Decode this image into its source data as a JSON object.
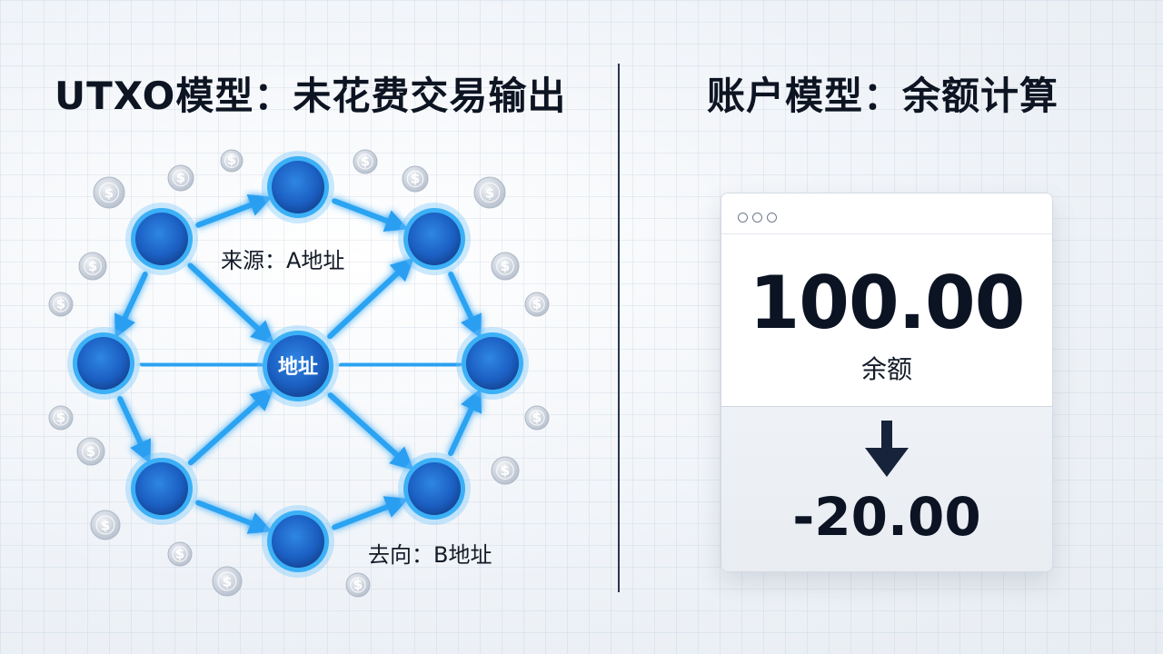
{
  "left_title": "UTXO模型：未花费交易输出",
  "right_title": "账户模型：余额计算",
  "network": {
    "source_label": "来源：A地址",
    "center_label": "地址",
    "dest_label": "去向：B地址",
    "coin_symbol": "$"
  },
  "account": {
    "balance_value": "100.00",
    "balance_label": "余额",
    "delta_value": "-20.00"
  },
  "colors": {
    "node": "#1f74d6",
    "arrow": "#2ba3f2",
    "text": "#0d1422",
    "coin": "#c9d1dc"
  },
  "icons": [
    "coin-icon",
    "down-arrow-icon",
    "window-dots-icon"
  ]
}
